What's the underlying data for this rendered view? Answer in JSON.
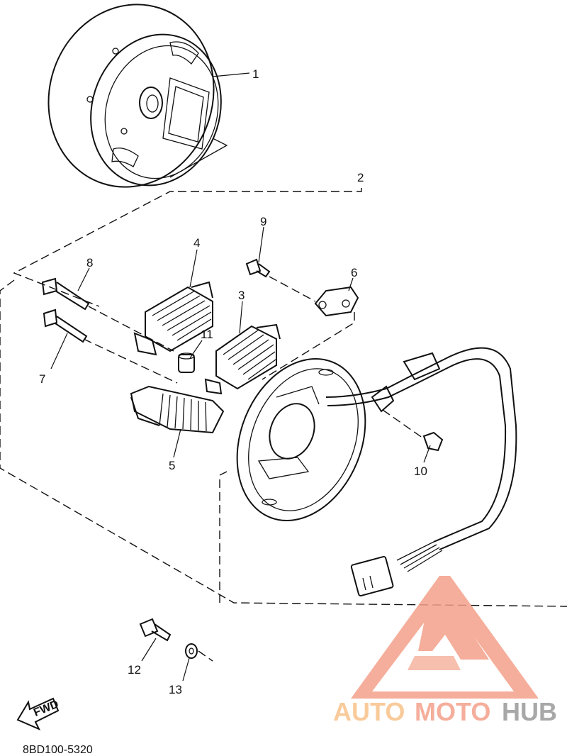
{
  "diagram": {
    "callouts": [
      "1",
      "2",
      "3",
      "4",
      "5",
      "6",
      "7",
      "8",
      "9",
      "10",
      "11",
      "12",
      "13"
    ],
    "direction_label": "FWD",
    "drawing_code": "8BD100-5320"
  },
  "watermark": {
    "brand_part1": "AUTO",
    "brand_part2": "MOTO",
    "brand_part3": "HUB",
    "color_primary": "#f4a08a",
    "color_secondary": "#f9c28a",
    "color_tertiary": "#9a9a9a"
  }
}
